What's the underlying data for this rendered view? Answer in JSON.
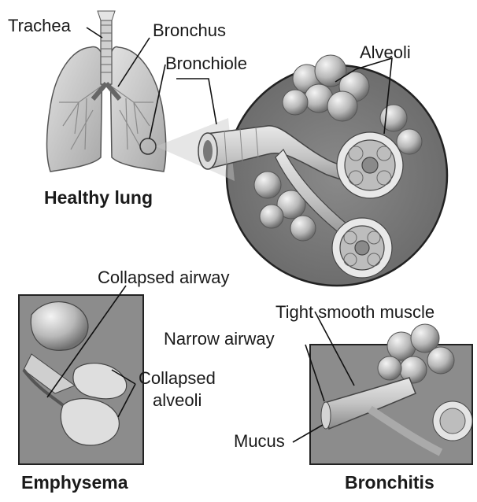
{
  "labels": {
    "trachea": "Trachea",
    "bronchus": "Bronchus",
    "bronchiole": "Bronchiole",
    "alveoli": "Alveoli",
    "collapsed_airway": "Collapsed airway",
    "collapsed_alveoli_line1": "Collapsed",
    "collapsed_alveoli_line2": "alveoli",
    "tight_smooth_muscle": "Tight smooth muscle",
    "narrow_airway": "Narrow airway",
    "mucus": "Mucus"
  },
  "captions": {
    "healthy_lung": "Healthy lung",
    "emphysema": "Emphysema",
    "bronchitis": "Bronchitis"
  }
}
